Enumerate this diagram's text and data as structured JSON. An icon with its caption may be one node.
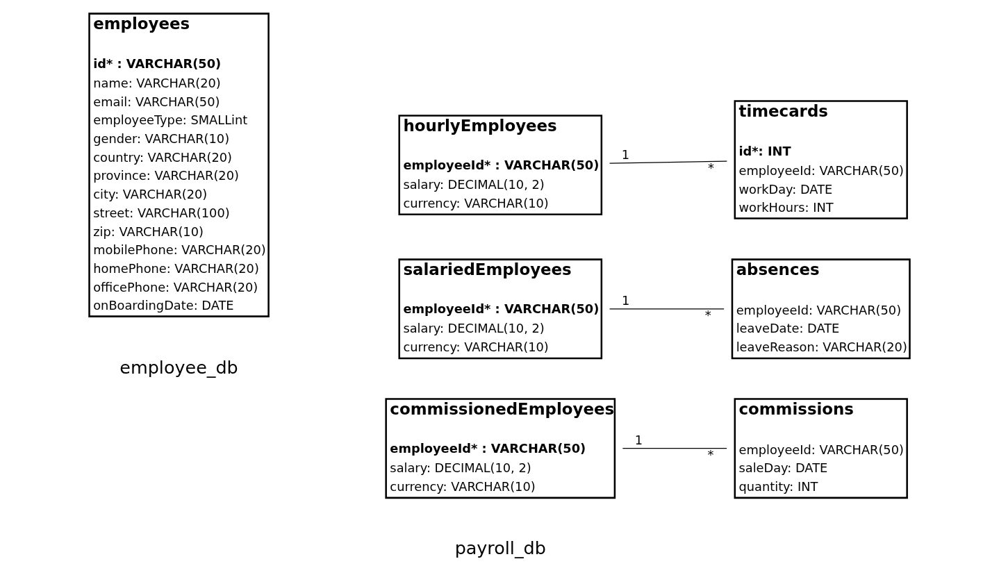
{
  "diagram": {
    "nodes": [
      {
        "text": [
          "employees",
          "id* : VARCHAR(50)",
          "name: VARCHAR(20)",
          "email: VARCHAR(50)",
          "employeeType: SMALLint",
          "gender: VARCHAR(10)",
          "country: VARCHAR(20)",
          "province: VARCHAR(20)",
          "city: VARCHAR(20)",
          "street: VARCHAR(100)",
          "zip: VARCHAR(10)",
          "mobilePhone: VARCHAR(20)",
          "homePhone: VARCHAR(20)",
          "officePhone: VARCHAR(20)",
          "onBoardingDate: DATE"
        ]
      },
      {
        "text": [
          "hourlyEmployees",
          "employeeId* : VARCHAR(50)",
          "salary: DECIMAL(10, 2)",
          "currency: VARCHAR(10)"
        ]
      },
      {
        "text": [
          "timecards",
          "id*: INT",
          "employeeId: VARCHAR(50)",
          "workDay: DATE",
          "workHours: INT"
        ]
      },
      {
        "text": [
          "salariedEmployees",
          "employeeId* : VARCHAR(50)",
          "salary: DECIMAL(10, 2)",
          "currency: VARCHAR(10)"
        ]
      },
      {
        "text": [
          "absences",
          "employeeId: VARCHAR(50)",
          "leaveDate: DATE",
          "leaveReason: VARCHAR(20)"
        ]
      },
      {
        "text": [
          "commissionedEmployees",
          "employeeId* : VARCHAR(50)",
          "salary: DECIMAL(10, 2)",
          "currency: VARCHAR(10)"
        ]
      },
      {
        "text": [
          "commissions",
          "employeeId: VARCHAR(50)",
          "saleDay: DATE",
          "quantity: INT"
        ]
      }
    ],
    "edges": [
      {
        "from": 1,
        "to": 2,
        "arrow": "none"
      },
      {
        "from": 3,
        "to": 4,
        "arrow": "none"
      },
      {
        "from": 5,
        "to": 6,
        "arrow": "none"
      }
    ],
    "labels": [
      "1",
      "*",
      "1",
      "*",
      "1",
      "*",
      "employee_db",
      "payroll_db"
    ]
  }
}
